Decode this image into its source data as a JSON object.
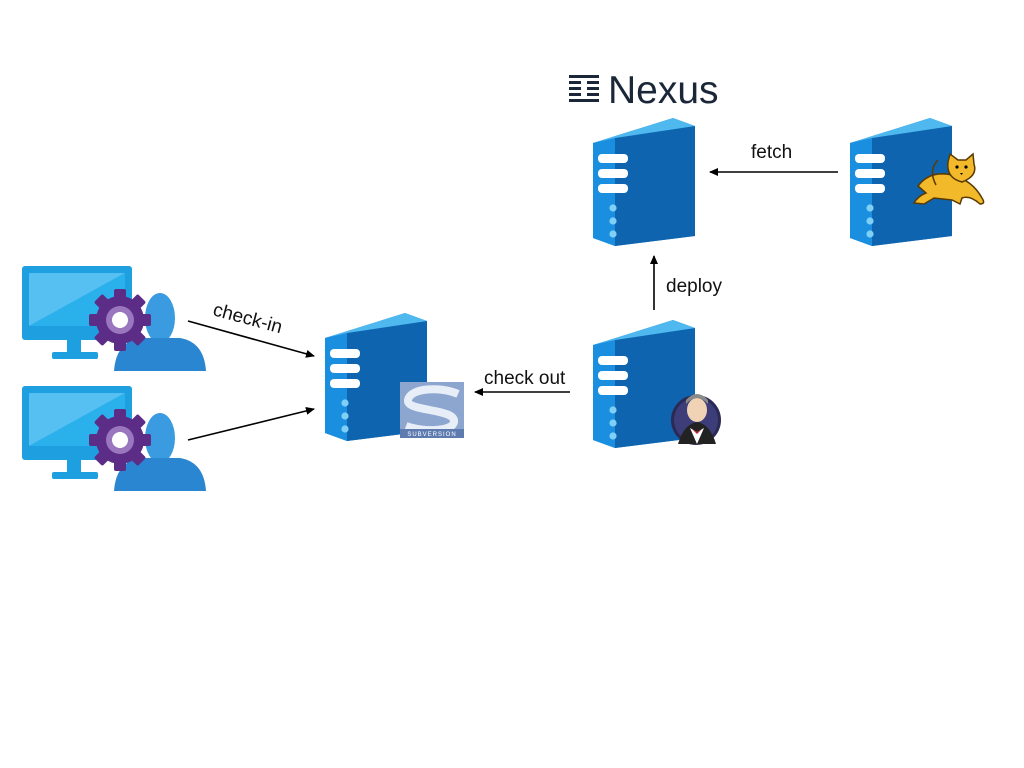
{
  "labels": {
    "check_in": "check-in",
    "check_out": "check out",
    "deploy": "deploy",
    "fetch": "fetch"
  },
  "logos": {
    "nexus": "Nexus",
    "subversion": "SUBVERSION"
  },
  "icons": {
    "developer_workstation": "developer-workstation-icon",
    "server": "server-icon",
    "subversion_logo": "subversion-logo-icon",
    "jenkins_logo": "jenkins-logo-icon",
    "tomcat_logo": "tomcat-logo-icon",
    "nexus_logo": "nexus-logo-icon"
  },
  "colors": {
    "server_front": "#1686d6",
    "server_side": "#0f5fa6",
    "server_top": "#5cc3f3",
    "monitor": "#1ea0df",
    "person": "#3a9be0",
    "gear": "#5c2d87",
    "arrow": "#000000"
  }
}
